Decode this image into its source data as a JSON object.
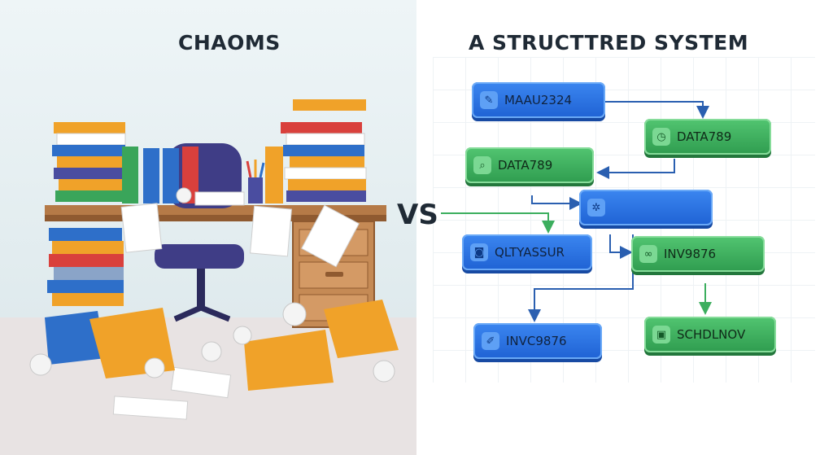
{
  "left": {
    "title": "CHAOMS"
  },
  "center": {
    "vs_label": "VS"
  },
  "right": {
    "title": "A STRUCTTRED SYSTEM",
    "nodes": [
      {
        "label": "MAAU2324",
        "color": "blue",
        "icon": "pencil-icon"
      },
      {
        "label": "DATA789",
        "color": "green",
        "icon": "clock-icon"
      },
      {
        "label": "DATA789",
        "color": "green",
        "icon": "magnifier-icon"
      },
      {
        "label": "",
        "color": "blue",
        "icon": "star-icon"
      },
      {
        "label": "QLTYASSUR",
        "color": "blue",
        "icon": "camera-icon"
      },
      {
        "label": "INV9876",
        "color": "green",
        "icon": "link-icon"
      },
      {
        "label": "INVC9876",
        "color": "blue",
        "icon": "pen-icon"
      },
      {
        "label": "SCHDLNOV",
        "color": "green",
        "icon": "ticket-icon"
      }
    ],
    "colors": {
      "blue": "#2a72e6",
      "green": "#3cae5e",
      "connector": "#2a5fb0"
    }
  }
}
